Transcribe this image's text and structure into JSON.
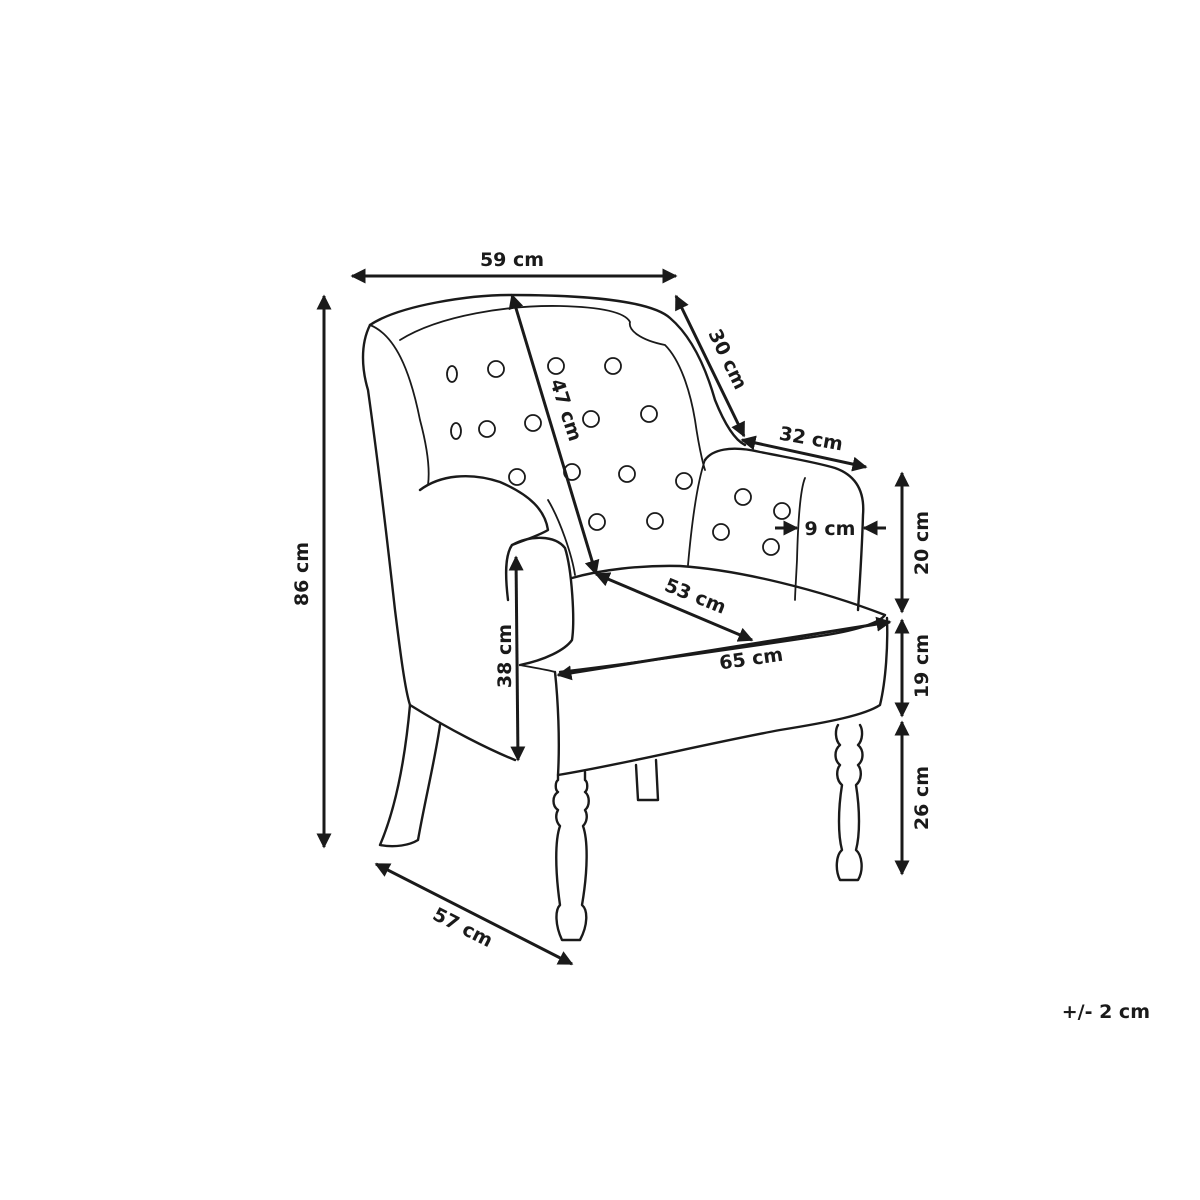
{
  "dimensions": {
    "top_width": "59 cm",
    "overall_height": "86 cm",
    "back_diagonal": "47 cm",
    "arm_depth": "30 cm",
    "arm_top_width": "32 cm",
    "arm_thickness": "9 cm",
    "arm_height": "20 cm",
    "seat_depth": "53 cm",
    "seat_width": "65 cm",
    "seat_side_height": "38 cm",
    "seat_thickness": "19 cm",
    "leg_height": "26 cm",
    "base_depth": "57 cm"
  },
  "tolerance": "+/- 2 cm",
  "colors": {
    "ink": "#1a1a1a",
    "background": "#ffffff"
  }
}
